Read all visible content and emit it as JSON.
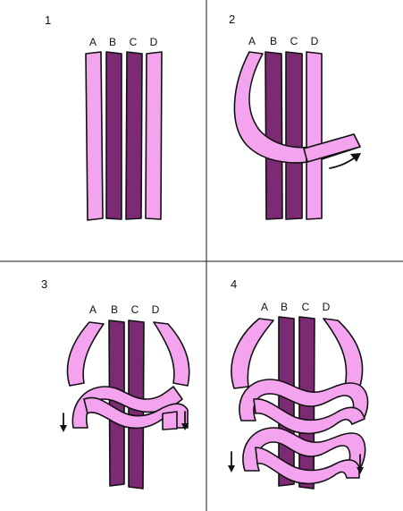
{
  "panels": [
    {
      "step": "1",
      "labels": [
        "A",
        "B",
        "C",
        "D"
      ]
    },
    {
      "step": "2",
      "labels": [
        "A",
        "B",
        "C",
        "D"
      ]
    },
    {
      "step": "3",
      "labels": [
        "A",
        "B",
        "C",
        "D"
      ]
    },
    {
      "step": "4",
      "labels": [
        "A",
        "B",
        "C",
        "D"
      ]
    }
  ],
  "colors": {
    "light_strand": "#f4a3ef",
    "dark_strand": "#7b2a73",
    "outline": "#111111"
  }
}
